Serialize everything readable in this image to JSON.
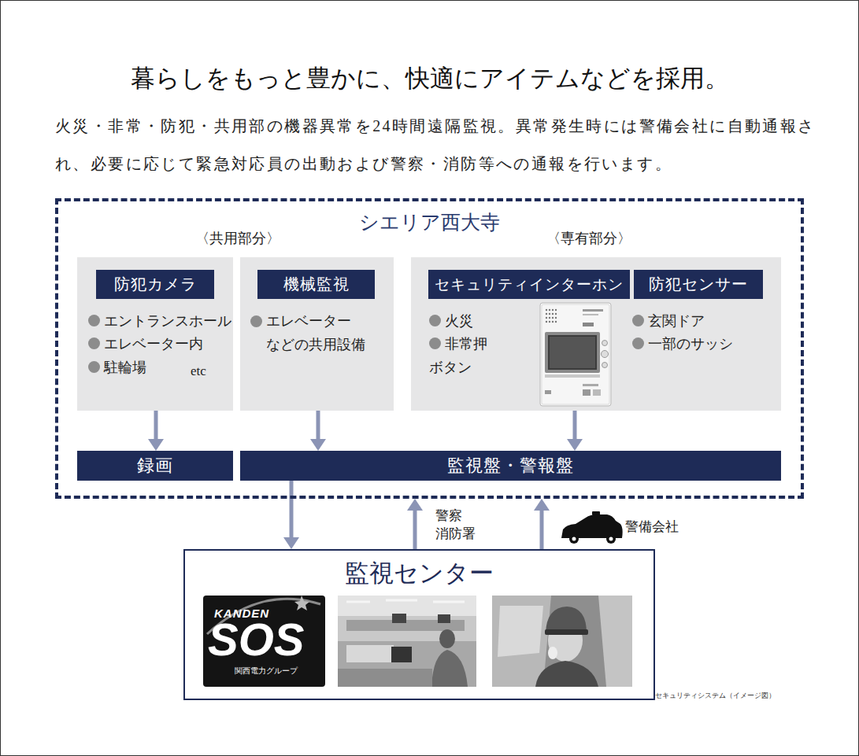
{
  "diagram": {
    "title": "暮らしをもっと豊かに、快適にアイテムなどを採用。",
    "caption": "セキュリティシステム（イメージ図）",
    "nodes": [
      {
        "text": [
          "シエリア西大寺"
        ]
      },
      {
        "text": [
          "エントランスホール",
          "エレベーター内",
          "駐輪場",
          "etc"
        ],
        "in": 0
      },
      {
        "text": [
          "防犯カメラ"
        ],
        "in": 1
      },
      {
        "text": [
          "エレベーター などの共用設備"
        ],
        "in": 0
      },
      {
        "text": [
          "機械監視"
        ],
        "in": 3
      },
      {
        "text": [
          "火災",
          "非常押 ボタン",
          "玄関ドア",
          "一部のサッシ"
        ],
        "in": 0
      },
      {
        "text": [
          "セキュリティインターホン"
        ],
        "in": 5
      },
      {
        "text": [
          "防犯センサー"
        ],
        "in": 5
      },
      {
        "text": [
          "録画"
        ],
        "in": 0
      },
      {
        "text": [
          "監視盤・警報盤"
        ],
        "in": 0
      },
      {
        "text": [
          "監視センター"
        ]
      }
    ],
    "edges": [
      {
        "from": 1,
        "to": 8,
        "arrow": "to"
      },
      {
        "from": 3,
        "to": 9,
        "arrow": "to"
      },
      {
        "from": 5,
        "to": 9,
        "arrow": "to"
      },
      {
        "from": 9,
        "to": 10,
        "arrow": "to"
      },
      {
        "from": 10,
        "to": 0,
        "arrow": "to",
        "label": "警察 消防署"
      },
      {
        "from": 10,
        "to": 0,
        "arrow": "to",
        "label": "警備会社"
      }
    ],
    "labels": [
      "〈共用部分〉",
      "〈専有部分〉",
      "火災・非常・防犯・共用部の機器異常を24時間遠隔監視。異常発生時には警備会社に自動通報され、必要に応じて緊急対応員の出動および警察・消防等への通報を行います。",
      "KANDEN",
      "SOS",
      "関西電力グループ"
    ]
  }
}
